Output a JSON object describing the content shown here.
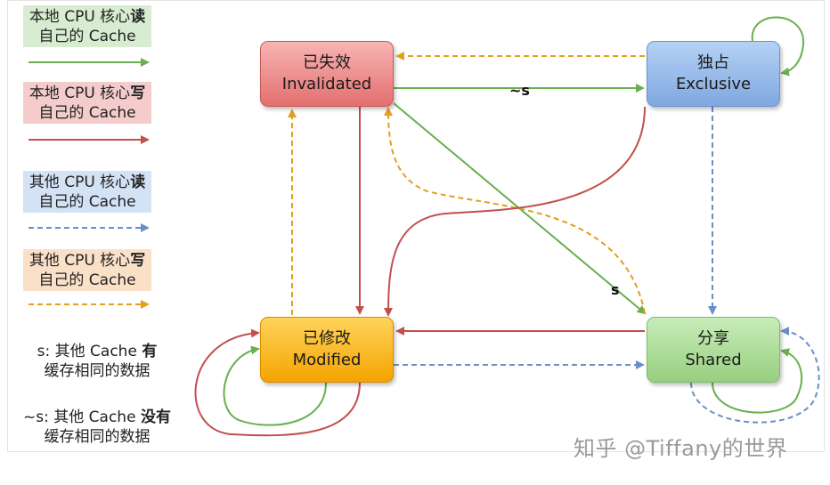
{
  "legend": [
    {
      "line1_prefix": "本地 CPU 核心",
      "line1_bold": "读",
      "line2": "自己的 Cache",
      "style": "solid",
      "color": "#6aae4f"
    },
    {
      "line1_prefix": "本地 CPU 核心",
      "line1_bold": "写",
      "line2": "自己的 Cache",
      "style": "solid",
      "color": "#c0504d"
    },
    {
      "line1_prefix": "其他 CPU 核心",
      "line1_bold": "读",
      "line2": "自己的 Cache",
      "style": "dashed",
      "color": "#6a8fc8"
    },
    {
      "line1_prefix": "其他 CPU 核心",
      "line1_bold": "写",
      "line2": "自己的 Cache",
      "style": "dashed",
      "color": "#e0a020"
    }
  ],
  "notes": [
    {
      "prefix": "s: 其他 Cache ",
      "bold": "有",
      "line2": "缓存相同的数据"
    },
    {
      "prefix": "~s: 其他 Cache ",
      "bold": "没有",
      "line2": "缓存相同的数据"
    }
  ],
  "states": {
    "invalidated": {
      "cn": "已失效",
      "en": "Invalidated"
    },
    "exclusive": {
      "cn": "独占",
      "en": "Exclusive"
    },
    "modified": {
      "cn": "已修改",
      "en": "Modified"
    },
    "shared": {
      "cn": "分享",
      "en": "Shared"
    }
  },
  "edge_labels": {
    "not_s": "~s",
    "s": "s"
  },
  "watermark": "知乎 @Tiffany的世界"
}
